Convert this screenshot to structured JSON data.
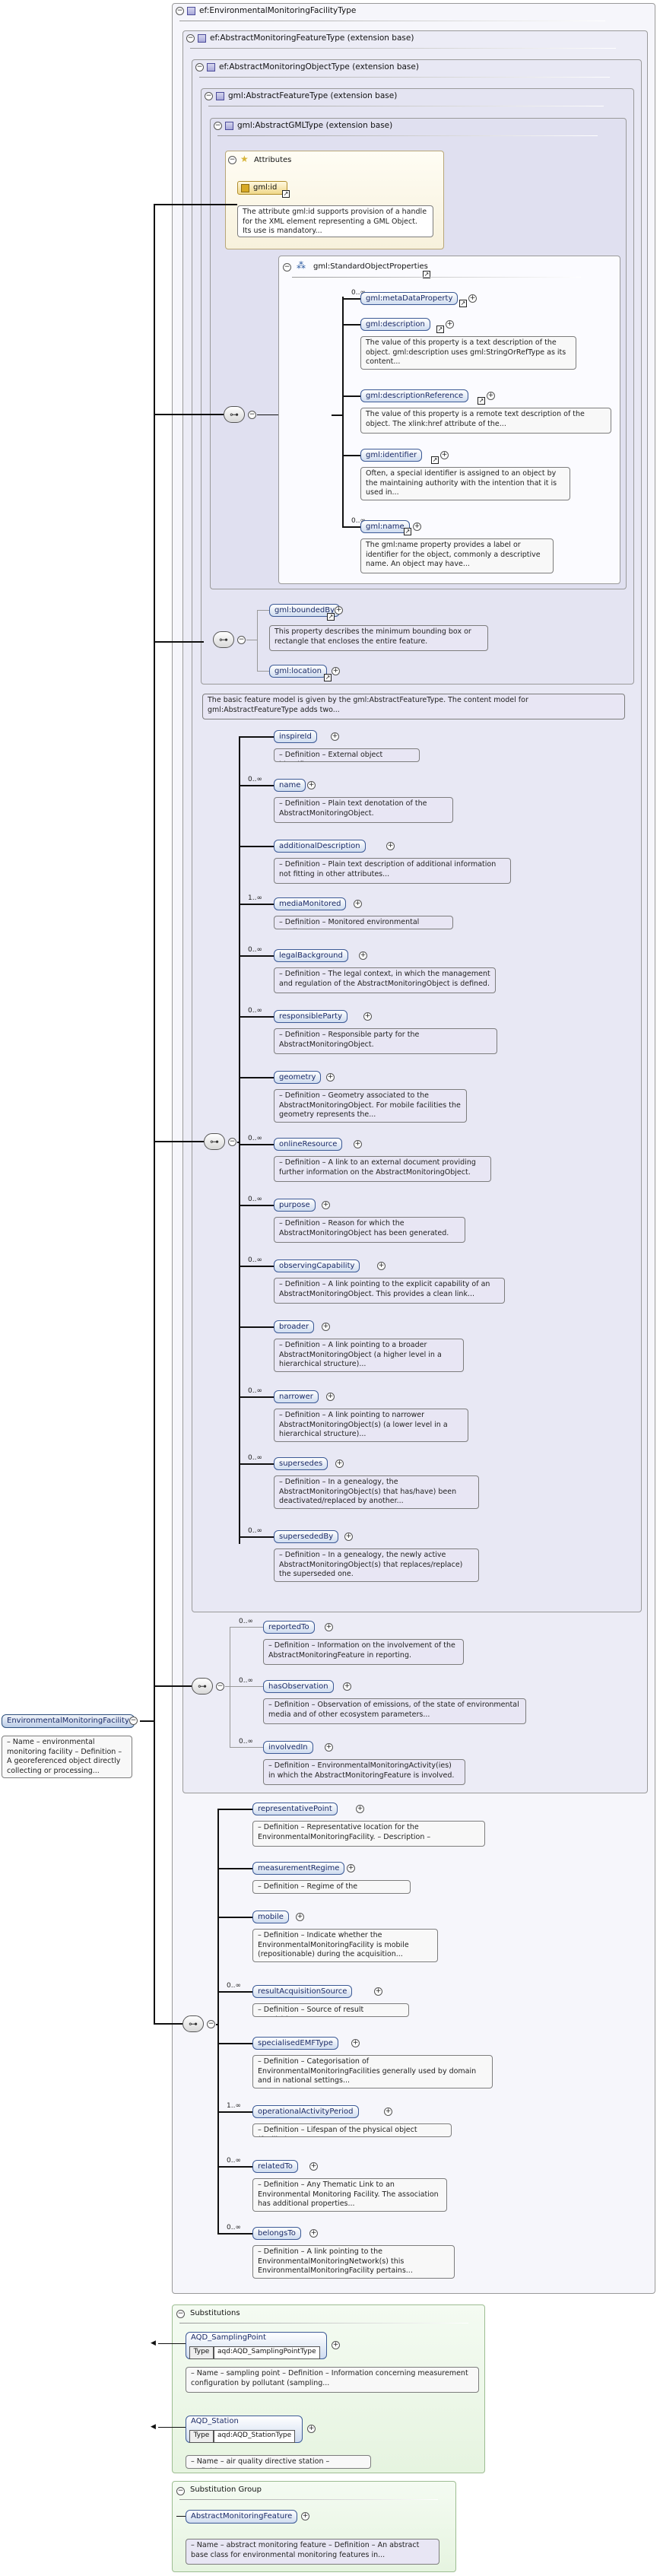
{
  "root": {
    "name": "EnvironmentalMonitoringFacility",
    "doc": "– Name – environmental monitoring facility – Definition – A georeferenced object directly collecting or processing..."
  },
  "types": {
    "main": "ef:EnvironmentalMonitoringFacilityType",
    "feature": "ef:AbstractMonitoringFeatureType (extension base)",
    "object": "ef:AbstractMonitoringObjectType (extension base)",
    "gmlfeature": "gml:AbstractFeatureType (extension base)",
    "gmlgml": "gml:AbstractGMLType (extension base)"
  },
  "attributes": {
    "title": "Attributes",
    "id_name": "gml:id",
    "id_doc": "The attribute gml:id supports provision of a handle for the XML element representing a GML Object. Its use is mandatory..."
  },
  "gml_group": {
    "title": "gml:StandardObjectProperties",
    "elements": [
      {
        "name": "gml:metaDataProperty",
        "mult": "0..∞",
        "doc": ""
      },
      {
        "name": "gml:description",
        "mult": "",
        "doc": "The value of this property is a text description of the object. gml:description uses gml:StringOrRefType as its content..."
      },
      {
        "name": "gml:descriptionReference",
        "mult": "",
        "doc": "The value of this property is a remote text description of the object. The xlink:href attribute of the..."
      },
      {
        "name": "gml:identifier",
        "mult": "",
        "doc": "Often, a special identifier is assigned to an object by the maintaining authority with the intention that it is used in..."
      },
      {
        "name": "gml:name",
        "mult": "0..∞",
        "doc": "The gml:name property provides a label or identifier for the object, commonly a descriptive name. An object may have..."
      }
    ]
  },
  "gml_feature_elements": [
    {
      "name": "gml:boundedBy",
      "doc": "This property describes the minimum bounding box or rectangle that encloses the entire feature."
    },
    {
      "name": "gml:location",
      "doc": ""
    }
  ],
  "gmlfeature_doc": "The basic feature model is given by the gml:AbstractFeatureType. The content model for gml:AbstractFeatureType adds two...",
  "object_elements": [
    {
      "name": "inspireId",
      "mult": "",
      "doc": "– Definition – External object identifier"
    },
    {
      "name": "name",
      "mult": "0..∞",
      "doc": "– Definition – Plain text denotation of the AbstractMonitoringObject."
    },
    {
      "name": "additionalDescription",
      "mult": "",
      "doc": "– Definition – Plain text description of additional information not fitting in other attributes..."
    },
    {
      "name": "mediaMonitored",
      "mult": "1..∞",
      "doc": "– Definition – Monitored environmental medium"
    },
    {
      "name": "legalBackground",
      "mult": "0..∞",
      "doc": "– Definition – The legal context, in which the management and regulation of the AbstractMonitoringObject is defined."
    },
    {
      "name": "responsibleParty",
      "mult": "0..∞",
      "doc": "– Definition – Responsible party for the AbstractMonitoringObject."
    },
    {
      "name": "geometry",
      "mult": "",
      "doc": "– Definition – Geometry associated to the AbstractMonitoringObject. For mobile facilities the geometry represents the..."
    },
    {
      "name": "onlineResource",
      "mult": "0..∞",
      "doc": "– Definition – A link to an external document providing further information on the AbstractMonitoringObject."
    },
    {
      "name": "purpose",
      "mult": "0..∞",
      "doc": "– Definition – Reason for which the AbstractMonitoringObject has been generated."
    },
    {
      "name": "observingCapability",
      "mult": "0..∞",
      "doc": "– Definition – A link pointing to the explicit capability of an AbstractMonitoringObject. This provides a clean link..."
    },
    {
      "name": "broader",
      "mult": "",
      "doc": "– Definition – A link pointing to a broader AbstractMonitoringObject (a higher level in a hierarchical structure)..."
    },
    {
      "name": "narrower",
      "mult": "0..∞",
      "doc": "– Definition – A link pointing to narrower AbstractMonitoringObject(s) (a lower level in a hierarchical structure)..."
    },
    {
      "name": "supersedes",
      "mult": "0..∞",
      "doc": "– Definition – In a genealogy, the AbstractMonitoringObject(s) that has/have) been deactivated/replaced by another..."
    },
    {
      "name": "supersededBy",
      "mult": "0..∞",
      "doc": "– Definition – In a genealogy, the newly active AbstractMonitoringObject(s) that replaces/replace) the superseded one."
    }
  ],
  "feature_elements": [
    {
      "name": "reportedTo",
      "mult": "0..∞",
      "doc": "– Definition – Information on the involvement of the AbstractMonitoringFeature in reporting."
    },
    {
      "name": "hasObservation",
      "mult": "0..∞",
      "doc": "– Definition – Observation of emissions, of the state of environmental media and of other ecosystem parameters..."
    },
    {
      "name": "involvedIn",
      "mult": "0..∞",
      "doc": "– Definition – EnvironmentalMonitoringActivity(ies) in which the AbstractMonitoringFeature is involved."
    }
  ],
  "main_elements": [
    {
      "name": "representativePoint",
      "mult": "",
      "doc": "– Definition – Representative location for the EnvironmentalMonitoringFacility. – Description –"
    },
    {
      "name": "measurementRegime",
      "mult": "",
      "doc": "– Definition – Regime of the measurement"
    },
    {
      "name": "mobile",
      "mult": "",
      "doc": "– Definition – Indicate whether the EnvironmentalMonitoringFacility is mobile (repositionable) during the acquisition..."
    },
    {
      "name": "resultAcquisitionSource",
      "mult": "0..∞",
      "doc": "– Definition – Source of result acquisition"
    },
    {
      "name": "specialisedEMFType",
      "mult": "",
      "doc": "– Definition – Categorisation of EnvironmentalMonitoringFacilities generally used by domain and in national settings..."
    },
    {
      "name": "operationalActivityPeriod",
      "mult": "1..∞",
      "doc": "– Definition – Lifespan of the physical object (facility)."
    },
    {
      "name": "relatedTo",
      "mult": "0..∞",
      "doc": "– Definition – Any Thematic Link to an Environmental Monitoring Facility. The association has additional properties..."
    },
    {
      "name": "belongsTo",
      "mult": "0..∞",
      "doc": "– Definition – A link pointing to the EnvironmentalMonitoringNetwork(s) this EnvironmentalMonitoringFacility pertains..."
    }
  ],
  "substitutions": {
    "title": "Substitutions",
    "type_label": "Type",
    "items": [
      {
        "name": "AQD_SamplingPoint",
        "type": "aqd:AQD_SamplingPointType",
        "doc": "– Name – sampling point – Definition – Information concerning measurement configuration by pollutant (sampling..."
      },
      {
        "name": "AQD_Station",
        "type": "aqd:AQD_StationType",
        "doc": "– Name – air quality directive station – Definition –"
      }
    ]
  },
  "substitution_group": {
    "title": "Substitution Group",
    "name": "AbstractMonitoringFeature",
    "doc": "– Name – abstract monitoring feature – Definition – An abstract base class for environmental monitoring features in..."
  }
}
